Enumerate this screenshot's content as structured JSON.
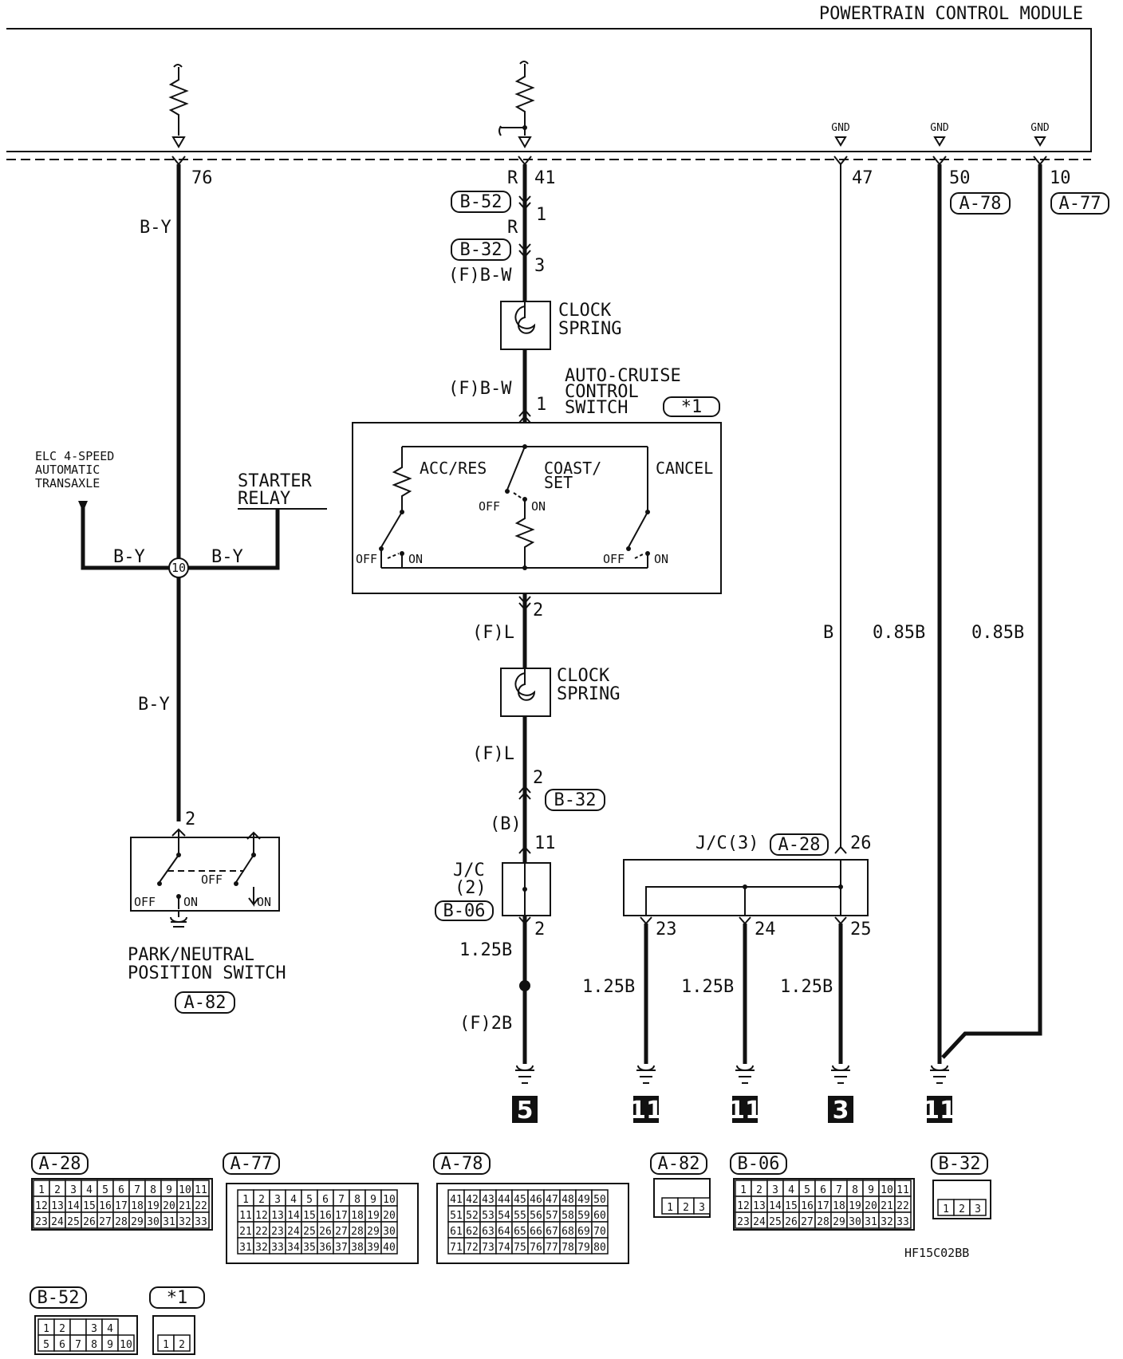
{
  "title": "POWERTRAIN CONTROL MODULE",
  "figure_code": "HF15C02BB",
  "pins": {
    "p76": "76",
    "p41": "41",
    "p47": "47",
    "p50": "50",
    "p10": "10",
    "r": "R",
    "gnd": "GND"
  },
  "wires": {
    "by": "B-Y",
    "r": "R",
    "fbw": "(F)B-W",
    "fl": "(F)L",
    "b_paren": "(B)",
    "b": "B",
    "b085": "0.85B",
    "b125": "1.25B",
    "f2b": "(F)2B"
  },
  "connectors": {
    "a28": "A-28",
    "a77": "A-77",
    "a78": "A-78",
    "a82": "A-82",
    "b06": "B-06",
    "b32": "B-32",
    "b52": "B-52",
    "star1": "*1"
  },
  "terminals": {
    "t1": "1",
    "t2": "2",
    "t3": "3",
    "t11": "11",
    "t23": "23",
    "t24": "24",
    "t25": "25",
    "t26": "26"
  },
  "components": {
    "clock_spring_1": "CLOCK",
    "clock_spring_2": "SPRING",
    "cruise_1": "AUTO-CRUISE",
    "cruise_2": "CONTROL",
    "cruise_3": "SWITCH",
    "acc_res": "ACC/RES",
    "coast_1": "COAST/",
    "coast_2": "SET",
    "cancel": "CANCEL",
    "off": "OFF",
    "on": "ON",
    "elc_1": "ELC 4-SPEED",
    "elc_2": "AUTOMATIC",
    "elc_3": "TRANSAXLE",
    "starter_1": "STARTER",
    "starter_2": "RELAY",
    "splice": "10",
    "pn_1": "PARK/NEUTRAL",
    "pn_2": "POSITION SWITCH",
    "jc2_1": "J/C",
    "jc2_2": "(2)",
    "jc3": "J/C(3)"
  },
  "grounds": [
    "5",
    "11",
    "11",
    "3",
    "11"
  ],
  "connector_faces": {
    "a28_rows": [
      [
        "1",
        "2",
        "3",
        "4",
        "5",
        "6",
        "7",
        "8",
        "9",
        "10",
        "11"
      ],
      [
        "12",
        "13",
        "14",
        "15",
        "16",
        "17",
        "18",
        "19",
        "20",
        "21",
        "22"
      ],
      [
        "23",
        "24",
        "25",
        "26",
        "27",
        "28",
        "29",
        "30",
        "31",
        "32",
        "33"
      ]
    ],
    "a77_rows": [
      [
        "1",
        "2",
        "3",
        "4",
        "5",
        "6",
        "7",
        "8",
        "9",
        "10"
      ],
      [
        "11",
        "12",
        "13",
        "14",
        "15",
        "16",
        "17",
        "18",
        "19",
        "20"
      ],
      [
        "21",
        "22",
        "23",
        "24",
        "25",
        "26",
        "27",
        "28",
        "29",
        "30"
      ],
      [
        "31",
        "32",
        "33",
        "34",
        "35",
        "36",
        "37",
        "38",
        "39",
        "40"
      ]
    ],
    "a78_rows": [
      [
        "41",
        "42",
        "43",
        "44",
        "45",
        "46",
        "47",
        "48",
        "49",
        "50"
      ],
      [
        "51",
        "52",
        "53",
        "54",
        "55",
        "56",
        "57",
        "58",
        "59",
        "60"
      ],
      [
        "61",
        "62",
        "63",
        "64",
        "65",
        "66",
        "67",
        "68",
        "69",
        "70"
      ],
      [
        "71",
        "72",
        "73",
        "74",
        "75",
        "76",
        "77",
        "78",
        "79",
        "80"
      ]
    ],
    "a82_row": [
      "1",
      "2",
      "3"
    ],
    "b06_rows": [
      [
        "1",
        "2",
        "3",
        "4",
        "5",
        "6",
        "7",
        "8",
        "9",
        "10",
        "11"
      ],
      [
        "12",
        "13",
        "14",
        "15",
        "16",
        "17",
        "18",
        "19",
        "20",
        "21",
        "22"
      ],
      [
        "23",
        "24",
        "25",
        "26",
        "27",
        "28",
        "29",
        "30",
        "31",
        "32",
        "33"
      ]
    ],
    "b32_row": [
      "1",
      "2",
      "3"
    ],
    "b52_rows": [
      [
        "1",
        "2",
        "",
        "3",
        "4"
      ],
      [
        "5",
        "6",
        "7",
        "8",
        "9",
        "10"
      ]
    ],
    "star1_row": [
      "1",
      "2"
    ]
  }
}
